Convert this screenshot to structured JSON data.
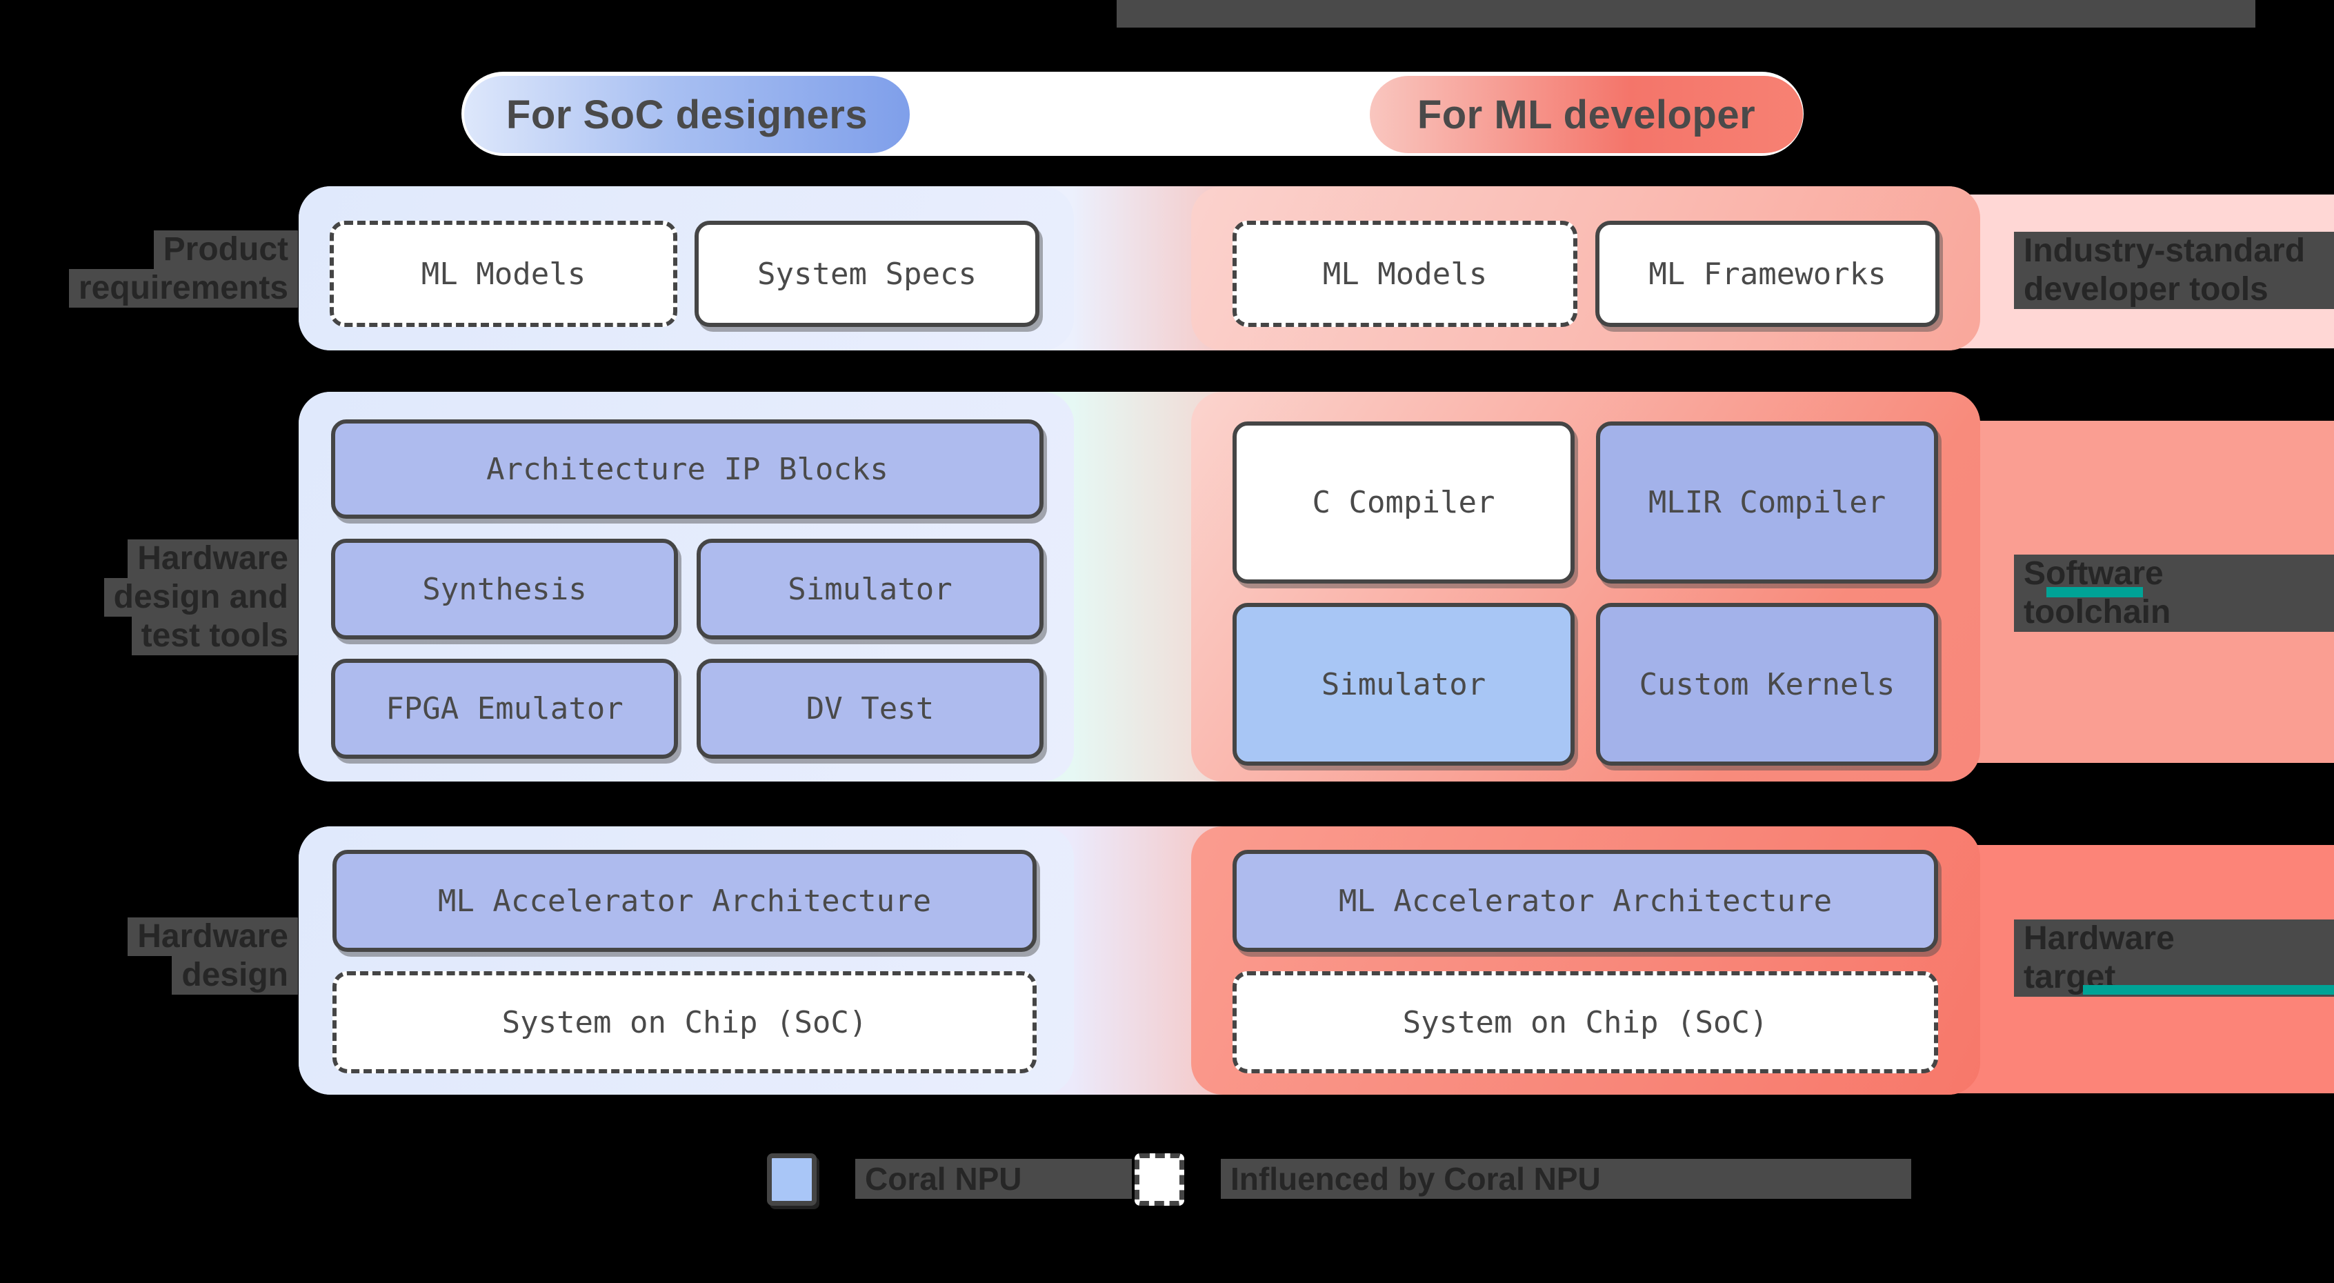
{
  "header": {
    "soc_pill": "For SoC designers",
    "ml_pill": "For ML developer"
  },
  "rows": [
    {
      "left_label": [
        "Product",
        "requirements"
      ],
      "right_label": [
        "Industry-standard",
        "developer tools"
      ],
      "left_boxes": [
        {
          "label": "ML Models",
          "style": "dashed"
        },
        {
          "label": "System Specs",
          "style": "solid-white"
        }
      ],
      "right_boxes": [
        {
          "label": "ML Models",
          "style": "dashed"
        },
        {
          "label": "ML Frameworks",
          "style": "solid-white"
        }
      ]
    },
    {
      "left_label": [
        "Hardware",
        "design and",
        "test tools"
      ],
      "right_label": [
        "Software",
        "toolchain"
      ],
      "left_boxes": [
        {
          "label": "Architecture IP Blocks",
          "style": "blue"
        },
        {
          "label": "Synthesis",
          "style": "blue"
        },
        {
          "label": "Simulator",
          "style": "blue"
        },
        {
          "label": "FPGA Emulator",
          "style": "blue"
        },
        {
          "label": "DV Test",
          "style": "blue"
        }
      ],
      "right_boxes": [
        {
          "label": "C Compiler",
          "style": "solid-white"
        },
        {
          "label": "MLIR Compiler",
          "style": "periwinkle"
        },
        {
          "label": "Simulator",
          "style": "skyblue"
        },
        {
          "label": "Custom Kernels",
          "style": "periwinkle"
        }
      ]
    },
    {
      "left_label": [
        "Hardware",
        "design"
      ],
      "right_label": [
        "Hardware",
        "target"
      ],
      "left_boxes": [
        {
          "label": "ML Accelerator Architecture",
          "style": "blue"
        },
        {
          "label": "System on Chip (SoC)",
          "style": "dashed"
        }
      ],
      "right_boxes": [
        {
          "label": "ML Accelerator Architecture",
          "style": "blue"
        },
        {
          "label": "System on Chip (SoC)",
          "style": "dashed"
        }
      ]
    }
  ],
  "legend": {
    "items": [
      {
        "swatch": "blue-solid",
        "label": "Coral NPU"
      },
      {
        "swatch": "white-dashed",
        "label": "Influenced by Coral NPU"
      }
    ]
  },
  "colors": {
    "coral_npu_box": "#AEBBEE",
    "simulator_light_blue_box": "#A8C6F5",
    "periwinkle_box": "#A3B2EA",
    "teal_accent": "#00A396",
    "soc_pill_blue": "#7F9FEA",
    "ml_pill_red": "#F4756A",
    "panel_pink_row1": "#FFD7D5",
    "panel_pink_row2": "#FA9E92",
    "panel_pink_row3": "#FC8478",
    "highlight_block": "#4A4A4A",
    "box_text": "#4A4A4A",
    "background": "#000000"
  }
}
